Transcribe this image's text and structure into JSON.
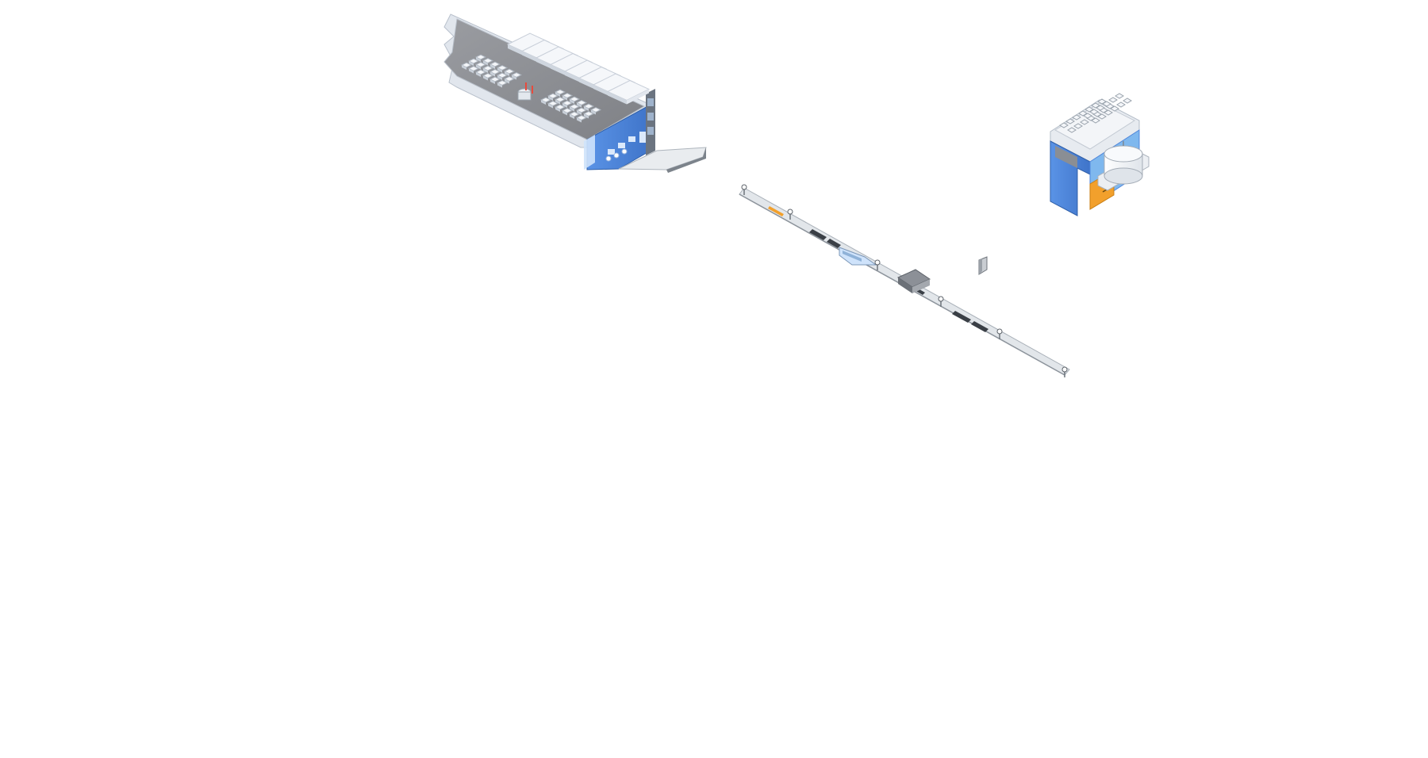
{
  "scene": {
    "type": "isometric-site-map",
    "objects": [
      {
        "id": "main-building",
        "kind": "building"
      },
      {
        "id": "small-building",
        "kind": "building"
      },
      {
        "id": "road-segment",
        "kind": "road"
      },
      {
        "id": "small-marker",
        "kind": "marker"
      }
    ]
  },
  "colors": {
    "background": "#ffffff",
    "roof_gray": "#8d8f94",
    "roof_edge": "#d9dee6",
    "building_blue": "#4f86dc",
    "building_light_blue": "#7fb8ee",
    "glass": "#cfe3fb",
    "module_white": "#f4f6f9",
    "road_gray": "#d8dce1",
    "road_dark": "#3a3f46",
    "accent_orange": "#f2a02c",
    "accent_red": "#e84a3c"
  },
  "icons": [
    "building-icon",
    "road-icon",
    "street-light-icon",
    "marker-icon",
    "tank-icon"
  ]
}
